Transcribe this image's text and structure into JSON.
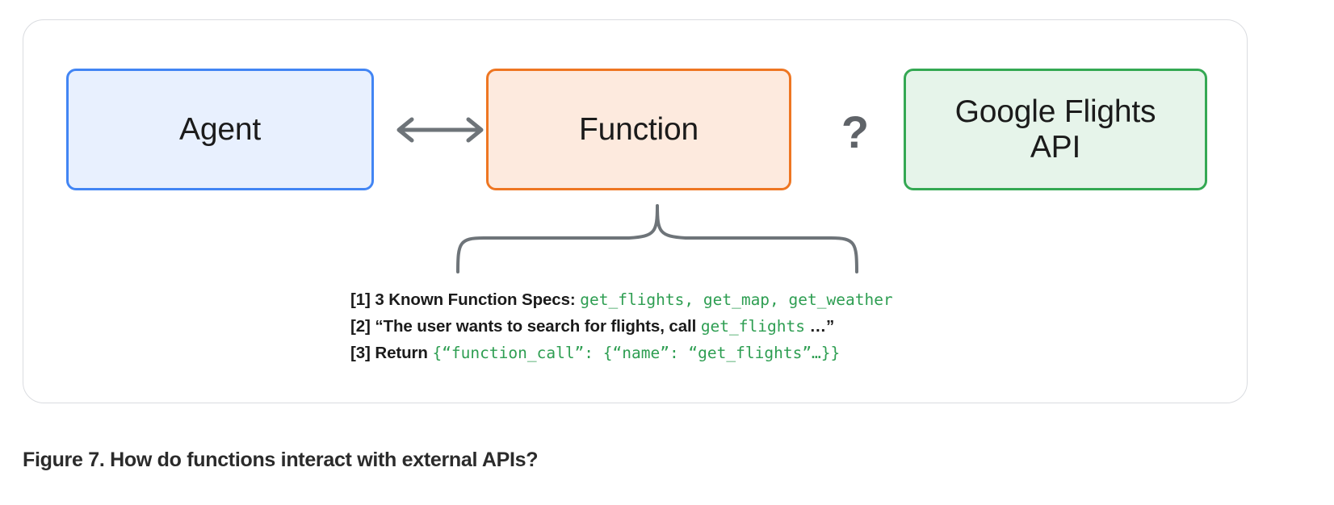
{
  "figure": {
    "caption": "Figure 7. How do functions interact with external APIs?"
  },
  "nodes": {
    "agent": {
      "label": "Agent",
      "border_color": "#4285f4",
      "fill_color": "#e8f0fe"
    },
    "function": {
      "label": "Function",
      "border_color": "#ee7622",
      "fill_color": "#fdeade"
    },
    "api": {
      "label": "Google Flights\nAPI",
      "line1": "Google Flights",
      "line2": "API",
      "border_color": "#34a853",
      "fill_color": "#e6f4ea"
    }
  },
  "connectors": {
    "agent_function_arrow": "bidirectional-arrow",
    "function_api_unknown": "?",
    "brace": "curly-brace-up"
  },
  "details": [
    {
      "marker": "[1]",
      "text": "3 Known Function Specs:",
      "code": "get_flights, get_map, get_weather",
      "trailing": ""
    },
    {
      "marker": "[2]",
      "text": "“The user wants to search for flights, call",
      "code": "get_flights",
      "trailing": "…”"
    },
    {
      "marker": "[3]",
      "text": "Return",
      "code": "{“function_call”: {“name”: “get_flights”…}}",
      "trailing": ""
    }
  ],
  "colors": {
    "code_green": "#2e9e52",
    "connector_gray": "#5f6368",
    "card_border": "#dadce0"
  }
}
